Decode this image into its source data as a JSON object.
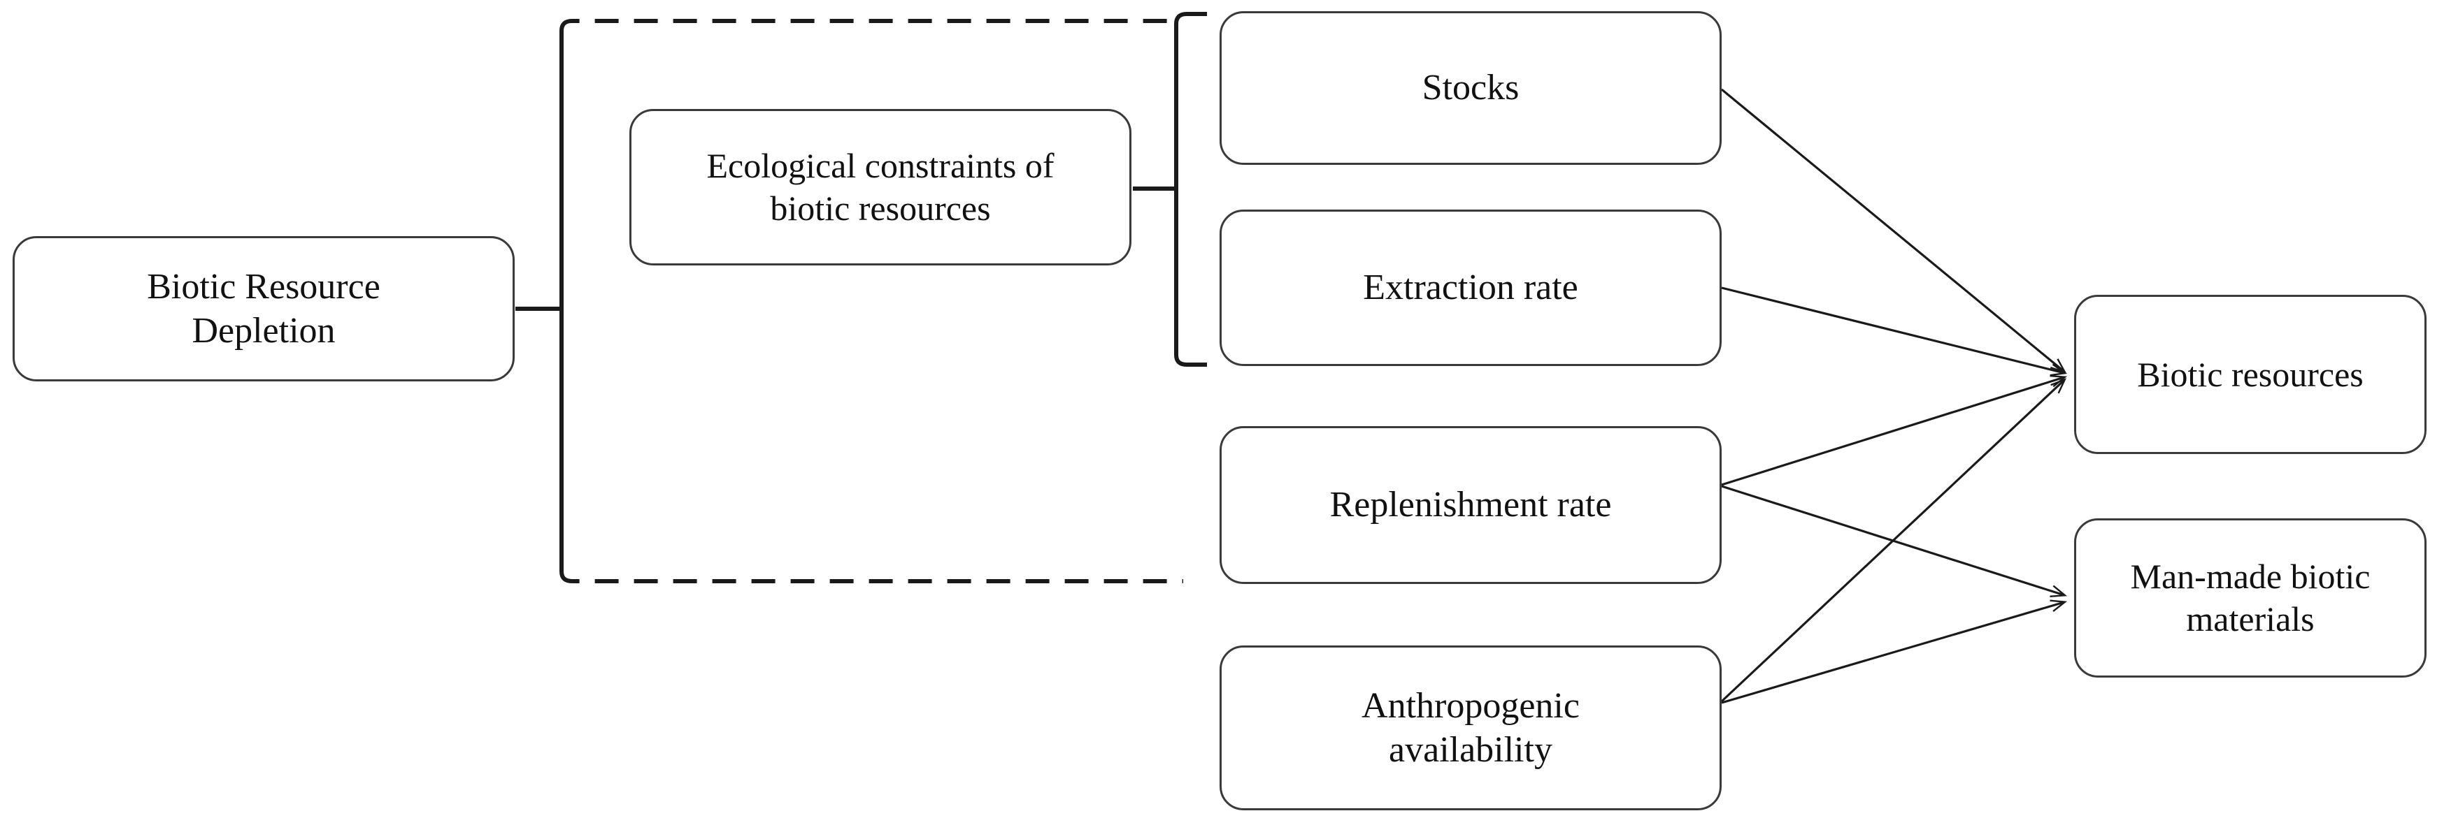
{
  "diagram": {
    "title": "Biotic Resource Depletion framework",
    "background_color": "#ffffff",
    "stroke_color": "#3a3a3a",
    "line_color": "#1a1a1a",
    "text_color": "#111111"
  },
  "nodes": {
    "biotic_resource_depletion": {
      "label": "Biotic Resource\nDepletion"
    },
    "ecological_constraints": {
      "label": "Ecological constraints of\nbiotic resources"
    },
    "stocks": {
      "label": "Stocks"
    },
    "extraction_rate": {
      "label": "Extraction rate"
    },
    "replenishment_rate": {
      "label": "Replenishment rate"
    },
    "anthropogenic_availability": {
      "label": "Anthropogenic\navailability"
    },
    "biotic_resources": {
      "label": "Biotic resources"
    },
    "man_made_biotic_materials": {
      "label": "Man-made biotic\nmaterials"
    }
  },
  "connectors": {
    "outer_bracket": {
      "style": "dashed-top-and-bottom",
      "from": "biotic_resource_depletion",
      "encloses": [
        "ecological_constraints",
        "stocks",
        "extraction_rate",
        "replenishment_rate",
        "anthropogenic_availability"
      ]
    },
    "inner_bracket": {
      "style": "solid",
      "from": "ecological_constraints",
      "encloses": [
        "stocks",
        "extraction_rate"
      ]
    },
    "arrows": [
      {
        "from": "stocks",
        "to": "biotic_resources",
        "arrowhead": "open"
      },
      {
        "from": "extraction_rate",
        "to": "biotic_resources",
        "arrowhead": "open"
      },
      {
        "from": "replenishment_rate",
        "to": "biotic_resources",
        "arrowhead": "open"
      },
      {
        "from": "replenishment_rate",
        "to": "man_made_biotic_materials",
        "arrowhead": "open"
      },
      {
        "from": "anthropogenic_availability",
        "to": "biotic_resources",
        "arrowhead": "open"
      },
      {
        "from": "anthropogenic_availability",
        "to": "man_made_biotic_materials",
        "arrowhead": "open"
      }
    ]
  }
}
